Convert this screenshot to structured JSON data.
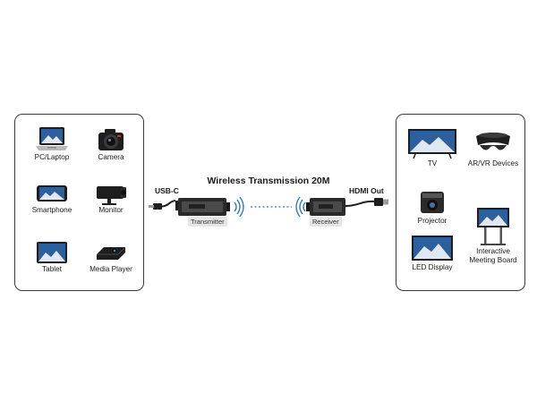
{
  "title": "Wireless Transmission 20M",
  "input_label": "USB-C",
  "output_label": "HDMI Out",
  "transmitter_label": "Transmitter",
  "receiver_label": "Receiver",
  "sources": [
    {
      "label": "PC/Laptop",
      "icon": "laptop-icon"
    },
    {
      "label": "Camera",
      "icon": "camera-icon"
    },
    {
      "label": "Smartphone",
      "icon": "smartphone-icon"
    },
    {
      "label": "Monitor",
      "icon": "security-camera-icon"
    },
    {
      "label": "Tablet",
      "icon": "tablet-icon"
    },
    {
      "label": "Media Player",
      "icon": "media-player-icon"
    }
  ],
  "displays": [
    {
      "label": "TV",
      "icon": "tv-icon"
    },
    {
      "label": "AR/VR Devices",
      "icon": "vr-headset-icon"
    },
    {
      "label": "Projector",
      "icon": "projector-icon"
    },
    {
      "label": "LED Display",
      "icon": "led-display-icon"
    },
    {
      "label_line1": "Interactive",
      "label_line2": "Meeting Board",
      "icon": "meeting-board-icon"
    }
  ],
  "colors": {
    "border": "#3a3a3a",
    "signal": "#2f7dc0",
    "screen": "#2b5f9e",
    "device": "#1e1e1e",
    "tag_bg": "#e6e6e6"
  }
}
